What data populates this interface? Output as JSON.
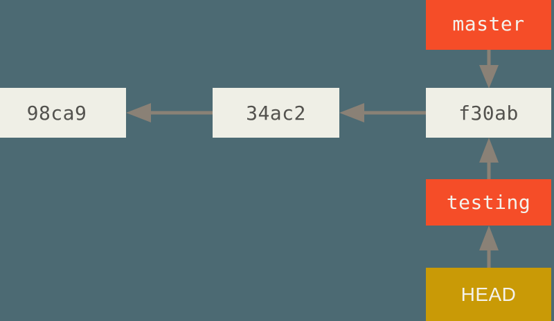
{
  "diagram": {
    "title": "git-branch-head-diagram",
    "background_color": "#4c6a73",
    "colors": {
      "background": "#4c6a73",
      "commit_fill": "#efefe6",
      "commit_text": "#53524e",
      "branch_fill": "#f54d28",
      "branch_text": "#f4f2ec",
      "head_fill": "#c99a06",
      "head_text": "#f4f2ec",
      "arrow": "#8a8176"
    },
    "commits": [
      {
        "id": "commit-98ca9",
        "label": "98ca9"
      },
      {
        "id": "commit-34ac2",
        "label": "34ac2"
      },
      {
        "id": "commit-f30ab",
        "label": "f30ab"
      }
    ],
    "branches": [
      {
        "id": "branch-master",
        "label": "master"
      },
      {
        "id": "branch-testing",
        "label": "testing"
      }
    ],
    "pointer": {
      "id": "head-pointer",
      "label": "HEAD"
    },
    "edges": [
      {
        "from": "34ac2",
        "to": "98ca9",
        "direction": "left"
      },
      {
        "from": "f30ab",
        "to": "34ac2",
        "direction": "left"
      },
      {
        "from": "master",
        "to": "f30ab",
        "direction": "down"
      },
      {
        "from": "testing",
        "to": "f30ab",
        "direction": "up"
      },
      {
        "from": "HEAD",
        "to": "testing",
        "direction": "up"
      }
    ]
  }
}
